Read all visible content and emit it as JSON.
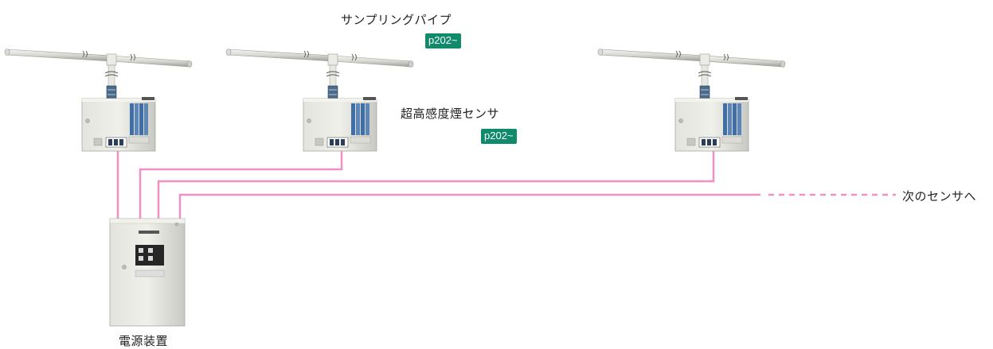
{
  "labels": {
    "sampling_pipe": "サンプリングパイプ",
    "sampling_pipe_ref": "p202~",
    "smoke_sensor": "超高感度煙センサ",
    "smoke_sensor_ref": "p202~",
    "next_sensor": "次のセンサへ",
    "power_unit": "電源装置"
  },
  "colors": {
    "wire": "#f090c4",
    "badge": "#0f8a6a"
  }
}
